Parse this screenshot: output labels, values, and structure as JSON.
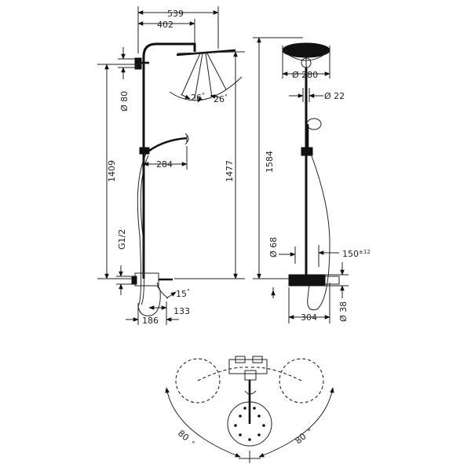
{
  "front_view": {
    "dim_overall_width": "539",
    "dim_arm_width": "402",
    "dim_angle_left": "26",
    "dim_angle_right": "26",
    "angle_unit": "°",
    "dim_wall_bracket": "Ø 80",
    "dim_height_1409": "1409",
    "dim_height_1477": "1477",
    "dim_hand_shower": "284",
    "dim_thread": "G1/2",
    "dim_spout_angle": "15",
    "dim_186": "186",
    "dim_133": "133"
  },
  "side_view": {
    "dim_head_diameter": "Ø 280",
    "dim_pipe_diameter": "Ø 22",
    "dim_height_1584": "1584",
    "dim_68": "Ø 68",
    "dim_150": "150",
    "dim_150_tol": "±12",
    "dim_304": "304",
    "dim_38": "Ø 38"
  },
  "top_view": {
    "rotation_left": "80",
    "rotation_right": "80",
    "angle_unit": "°"
  }
}
